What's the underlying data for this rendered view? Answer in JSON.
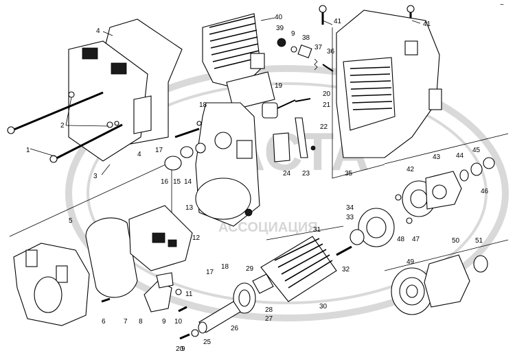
{
  "diagram": {
    "labels": [
      "1",
      "2",
      "3",
      "4",
      "5",
      "6",
      "7",
      "8",
      "9",
      "10",
      "11",
      "12",
      "13",
      "14",
      "15",
      "16",
      "17",
      "18",
      "19",
      "20",
      "21",
      "22",
      "23",
      "24",
      "25",
      "26",
      "27",
      "28",
      "29",
      "30",
      "31",
      "32",
      "33",
      "34",
      "35",
      "36",
      "37",
      "38",
      "39",
      "40",
      "41",
      "42",
      "43",
      "44",
      "45",
      "46",
      "47",
      "48",
      "49",
      "50",
      "51"
    ],
    "watermark": {
      "line1": "АСТА",
      "line2": "АССОЦИАЦИЯ"
    },
    "corner_mark": "~"
  }
}
